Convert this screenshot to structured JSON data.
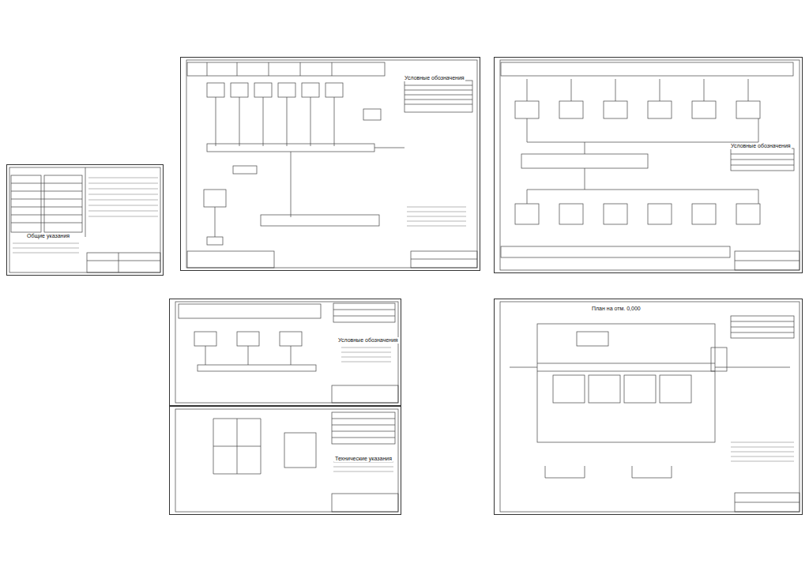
{
  "diagram": {
    "nodes": [
      {
        "text": [
          "Общие указания"
        ]
      },
      {
        "text": [
          "Условные обозначения"
        ]
      },
      {
        "text": [
          "Условные обозначения"
        ]
      },
      {
        "text": [
          "Условные обозначения"
        ]
      },
      {
        "text": [
          "Технические указания"
        ]
      },
      {
        "text": [
          "План на отм. 0,000"
        ]
      }
    ]
  }
}
